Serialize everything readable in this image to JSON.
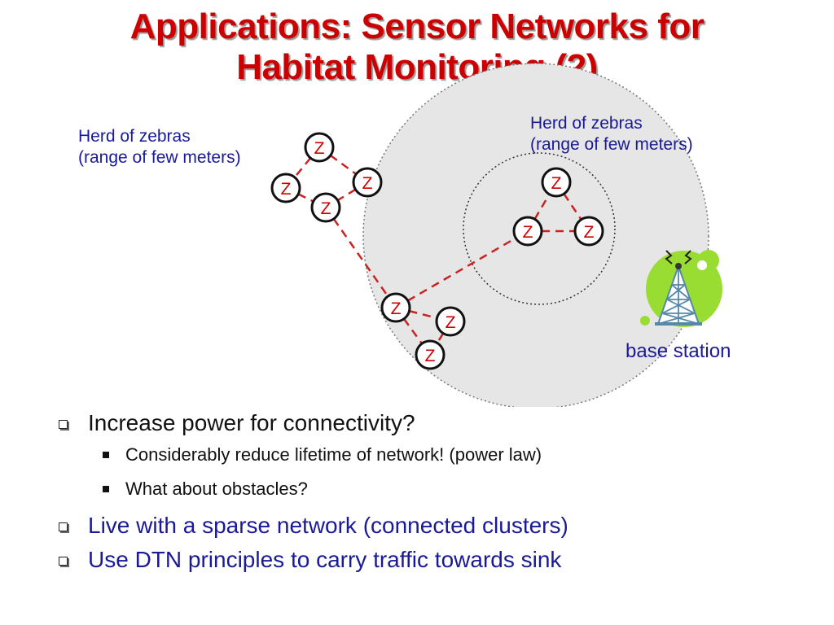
{
  "slide": {
    "title_line1": "Applications: Sensor Networks for",
    "title_line2": "Habitat Monitoring (2)"
  },
  "diagram": {
    "herd_label_left": {
      "line1": "Herd of zebras",
      "line2": "(range of few meters)"
    },
    "herd_label_right": {
      "line1": "Herd of zebras",
      "line2": "(range of few meters)"
    },
    "node_letter": "Z",
    "base_station_label": "base station",
    "colors": {
      "title": "#cc0000",
      "link": "#cc2222",
      "node_border": "#111111",
      "range_fill": "#e6e6e6",
      "label_blue": "#1a1a99",
      "base_station_green": "#99dd33",
      "tower": "#5588aa"
    }
  },
  "bullets": [
    {
      "level": 1,
      "text": "Increase power for connectivity?",
      "style": "dark"
    },
    {
      "level": 2,
      "text": "Considerably reduce lifetime of network! (power law)",
      "style": "dark"
    },
    {
      "level": 2,
      "text": "What about obstacles?",
      "style": "dark"
    },
    {
      "level": 1,
      "text": "Live with a sparse network (connected clusters)",
      "style": "blue"
    },
    {
      "level": 1,
      "text": "Use DTN principles to carry traffic towards sink",
      "style": "blue"
    }
  ]
}
